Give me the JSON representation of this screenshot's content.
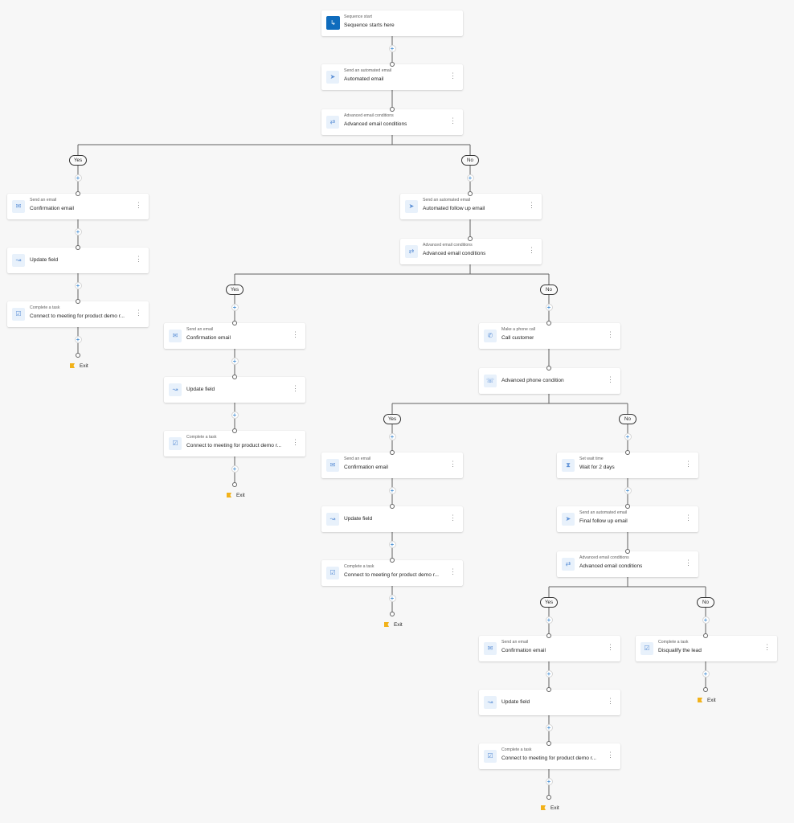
{
  "labels": {
    "yes": "Yes",
    "no": "No",
    "exit": "Exit",
    "menu": "⋮"
  },
  "icons": {
    "sequence-start": "↳",
    "send-automated-email": "➤",
    "email-conditions": "⇄",
    "send-email": "✉",
    "update-field": "↝",
    "complete-task": "☑",
    "phone-call": "✆",
    "phone-condition": "☏",
    "wait-time": "⧗"
  },
  "colors": {
    "accent": "#0f6cbd",
    "exit_flag": "#f2b21a"
  },
  "steps": {
    "start": {
      "subtitle": "Sequence start",
      "title": "Sequence starts here"
    },
    "auto_email": {
      "subtitle": "Send an automated email",
      "title": "Automated email"
    },
    "cond1": {
      "subtitle": "Advanced email conditions",
      "title": "Advanced email conditions"
    },
    "a_email": {
      "subtitle": "Send an email",
      "title": "Confirmation email"
    },
    "a_update": {
      "title": "Update field"
    },
    "a_task": {
      "subtitle": "Complete a task",
      "title": "Connect to meeting for product demo r..."
    },
    "b_followup": {
      "subtitle": "Send an automated email",
      "title": "Automated follow up email"
    },
    "b_cond": {
      "subtitle": "Advanced email conditions",
      "title": "Advanced email conditions"
    },
    "c_email": {
      "subtitle": "Send an email",
      "title": "Confirmation email"
    },
    "c_update": {
      "title": "Update field"
    },
    "c_task": {
      "subtitle": "Complete a task",
      "title": "Connect to meeting for product demo r..."
    },
    "d_call": {
      "subtitle": "Make a phone call",
      "title": "Call customer"
    },
    "d_phone_cond": {
      "title": "Advanced phone condition"
    },
    "e_email": {
      "subtitle": "Send an email",
      "title": "Confirmation email"
    },
    "e_update": {
      "title": "Update field"
    },
    "e_task": {
      "subtitle": "Complete a task",
      "title": "Connect to meeting for product demo r..."
    },
    "f_wait": {
      "subtitle": "Set wait time",
      "title": "Wait for 2 days"
    },
    "f_final": {
      "subtitle": "Send an automated email",
      "title": "Final follow up email"
    },
    "f_cond": {
      "subtitle": "Advanced email conditions",
      "title": "Advanced email conditions"
    },
    "g_email": {
      "subtitle": "Send an email",
      "title": "Confirmation email"
    },
    "g_update": {
      "title": "Update field"
    },
    "g_task": {
      "subtitle": "Complete a task",
      "title": "Connect to meeting for product demo r..."
    },
    "h_task": {
      "subtitle": "Complete a task",
      "title": "Disqualify the lead"
    }
  }
}
